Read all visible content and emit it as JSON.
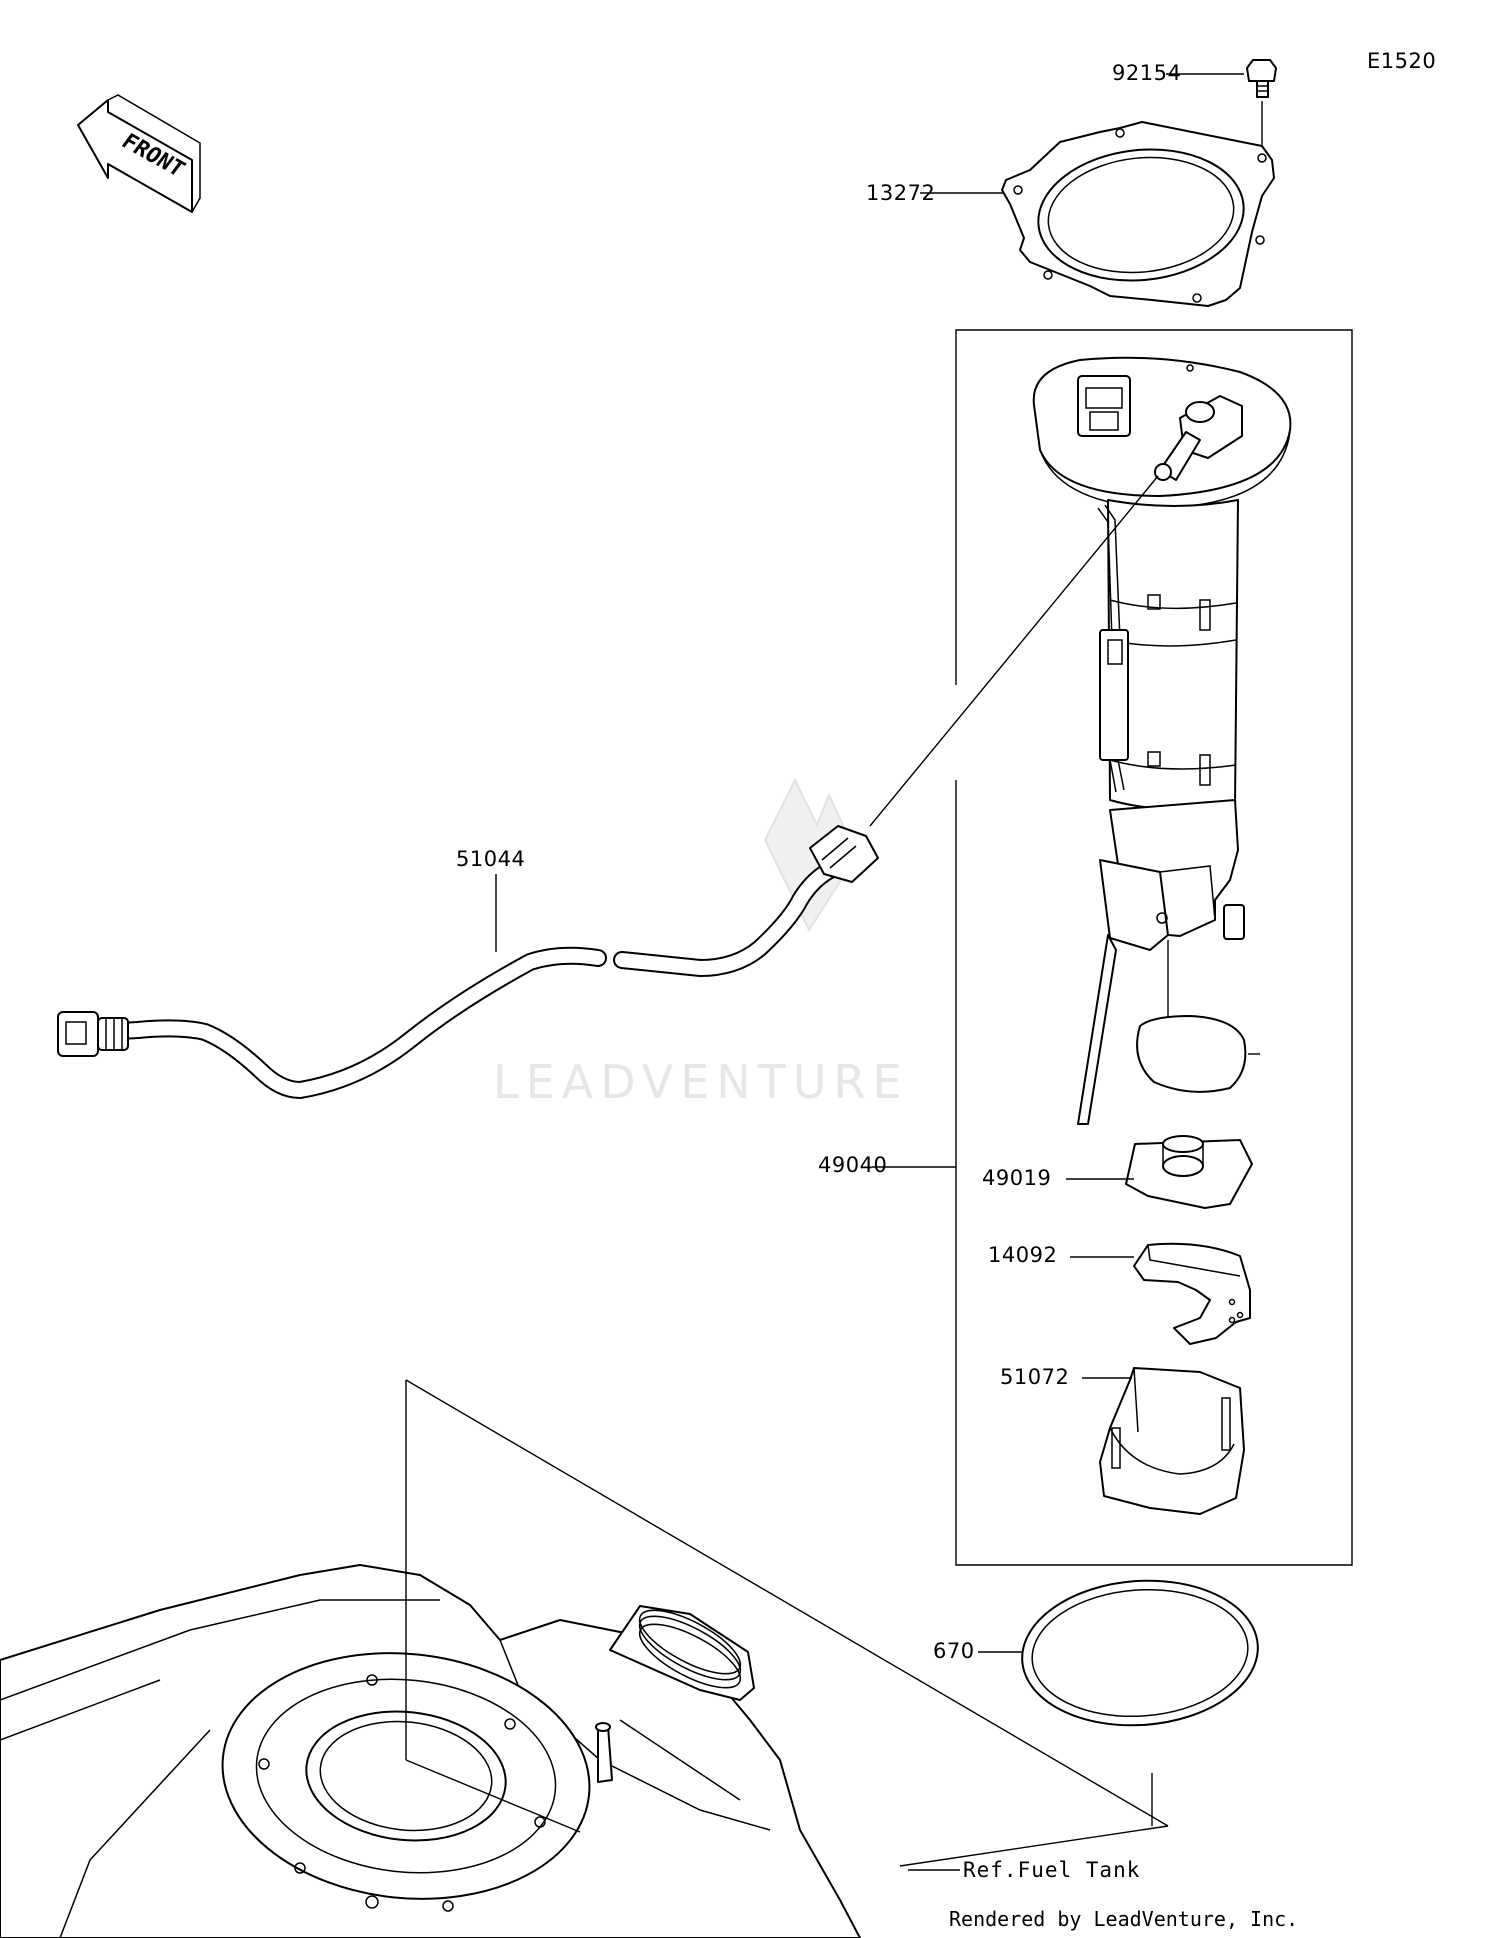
{
  "diagram_code": "E1520",
  "front_label": "FRONT",
  "parts": {
    "p92154": "92154",
    "p13272": "13272",
    "p51044": "51044",
    "p49040": "49040",
    "p49019": "49019",
    "p14092": "14092",
    "p51072": "51072",
    "p670": "670"
  },
  "ref_label": "Ref.Fuel Tank",
  "watermark": "LEADVENTURE",
  "credit": "Rendered by LeadVenture, Inc."
}
